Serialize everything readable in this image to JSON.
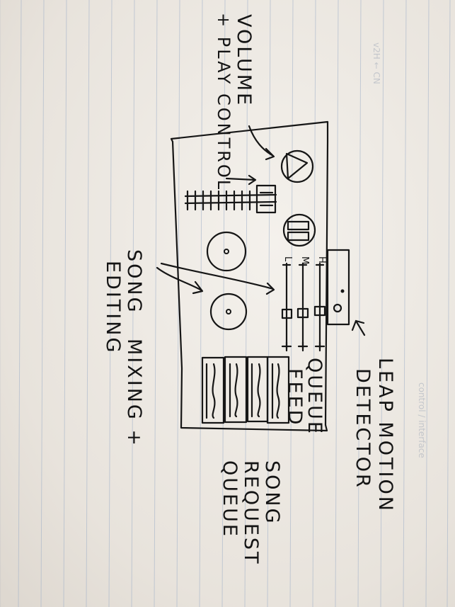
{
  "annotations": {
    "volume_play": [
      "VOLUME",
      "+ PLAY CONTROL"
    ],
    "leap_motion": [
      "LEAP MOTION",
      "DETECTOR"
    ],
    "queue_feed": [
      "QUEUE",
      "FEED"
    ],
    "song_request": [
      "SONG",
      "REQUEST",
      "QUEUE"
    ],
    "song_mixing": [
      "SONG",
      "MIXING +",
      "EDITING"
    ]
  },
  "eq": {
    "high_label": "H",
    "mid_label": "M",
    "low_label": "L"
  }
}
